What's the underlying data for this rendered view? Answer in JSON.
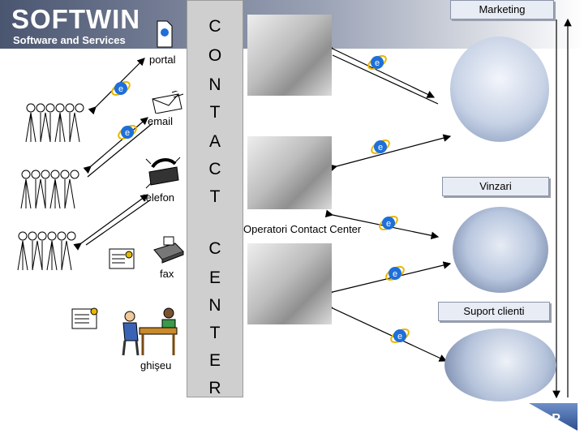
{
  "header": {
    "brand": "SOFTWIN",
    "tagline": "Software and Services",
    "colors": {
      "gradient_start": "#4a5570",
      "gradient_end": "#ffffff"
    }
  },
  "channels": {
    "portal": "portal",
    "email": "email",
    "telefon": "telefon",
    "fax": "fax",
    "ghiseu": "ghişeu"
  },
  "contact_center": {
    "word_top": [
      "C",
      "O",
      "N",
      "T",
      "A",
      "C",
      "T"
    ],
    "word_bottom": [
      "C",
      "E",
      "N",
      "T",
      "E",
      "R"
    ],
    "operators_label": "Operatori Contact Center"
  },
  "departments": {
    "marketing": "Marketing",
    "vinzari": "Vinzari",
    "suport": "Suport clienti"
  },
  "footer": {
    "logo_text": "SAP",
    "logo_icon": "sap-logo"
  },
  "icons": {
    "ie": "internet-explorer-icon",
    "people": "people-group-icon",
    "document": "document-icon",
    "envelope": "envelope-icon",
    "phone": "telephone-icon",
    "fax": "fax-machine-icon",
    "desk": "service-desk-icon"
  }
}
